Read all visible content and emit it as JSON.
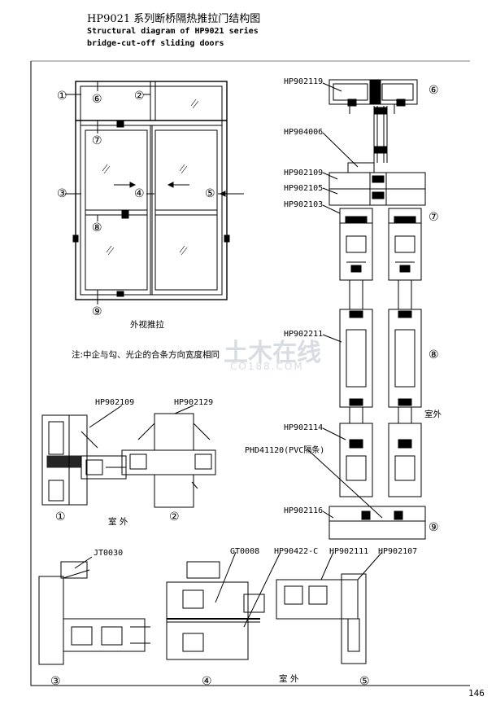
{
  "title": "HP9021  系列断桥隔热推拉门结构图",
  "subtitle_line1": "Structural diagram of HP9021 series",
  "subtitle_line2": "bridge-cut-off sliding doors",
  "elevation_caption": "外视推拉",
  "note": "注:中企与勾、光企的合条方向宽度相同",
  "outside_label": "室 外",
  "outside_label_right": "室外",
  "page_number": "146",
  "watermark_text": "土木在线",
  "watermark_url": "CO188.COM",
  "circle_labels": [
    "①",
    "②",
    "③",
    "④",
    "⑤",
    "⑥",
    "⑦",
    "⑧",
    "⑨"
  ],
  "parts": {
    "p_902119": "HP902119",
    "p_904006": "HP904006",
    "p_902109": "HP902109",
    "p_902105": "HP902105",
    "p_902103": "HP902103",
    "p_902211": "HP902211",
    "p_902114": "HP902114",
    "p_phd": "PHD41120(PVC隔条)",
    "p_902116": "HP902116",
    "p_902109b": "HP902109",
    "p_902129": "HP902129",
    "p_jt": "JT0030",
    "p_gt": "GT0008",
    "p_90422": "HP90422-C",
    "p_902111": "HP902111",
    "p_902107": "HP902107"
  }
}
